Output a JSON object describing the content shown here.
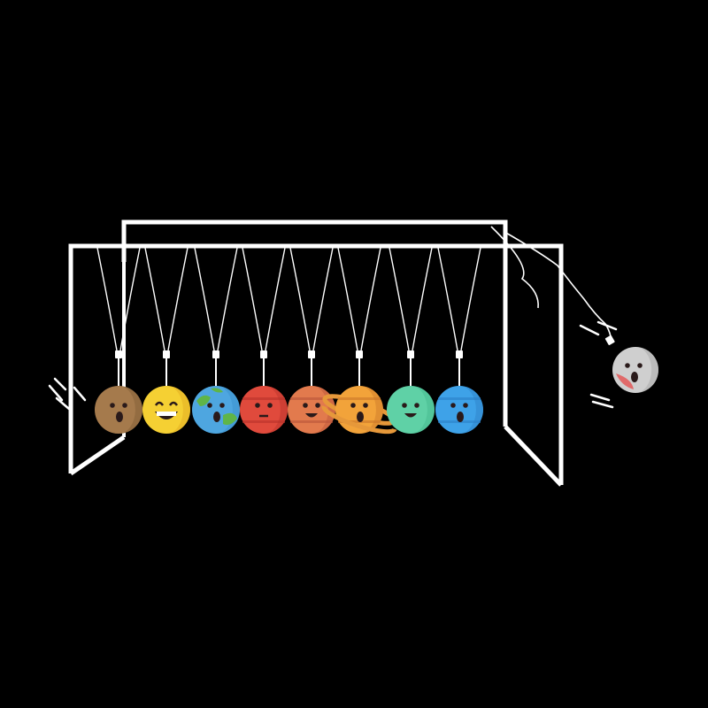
{
  "scene": {
    "background": "#000000",
    "line_color": "#ffffff",
    "subject": "newtons-cradle-of-planets",
    "planets": [
      {
        "name": "mercury",
        "color": "#a57a4c",
        "dark": "#7f5a36",
        "face": "surprised"
      },
      {
        "name": "venus",
        "color": "#f5d033",
        "dark": "#e0a920",
        "face": "laughing"
      },
      {
        "name": "earth",
        "color": "#4ea6e0",
        "dark": "#3a8fc9",
        "land": "#5fb548",
        "face": "surprised"
      },
      {
        "name": "mars",
        "color": "#e04a3c",
        "dark": "#b8322a",
        "face": "neutral"
      },
      {
        "name": "jupiter",
        "color": "#e27a4d",
        "dark": "#b9543a",
        "face": "smiling"
      },
      {
        "name": "saturn",
        "color": "#f2a33a",
        "dark": "#c9772a",
        "ring": "#e6983a",
        "face": "surprised"
      },
      {
        "name": "uranus",
        "color": "#5fd1a6",
        "dark": "#42b58c",
        "face": "smiling"
      },
      {
        "name": "neptune",
        "color": "#3ea2e8",
        "dark": "#2c7fc6",
        "face": "surprised"
      }
    ],
    "flying_planet": {
      "name": "pluto",
      "color": "#cfcfcf",
      "dark": "#a8a8a8",
      "spot": "#e06a6a",
      "face": "shocked"
    }
  }
}
